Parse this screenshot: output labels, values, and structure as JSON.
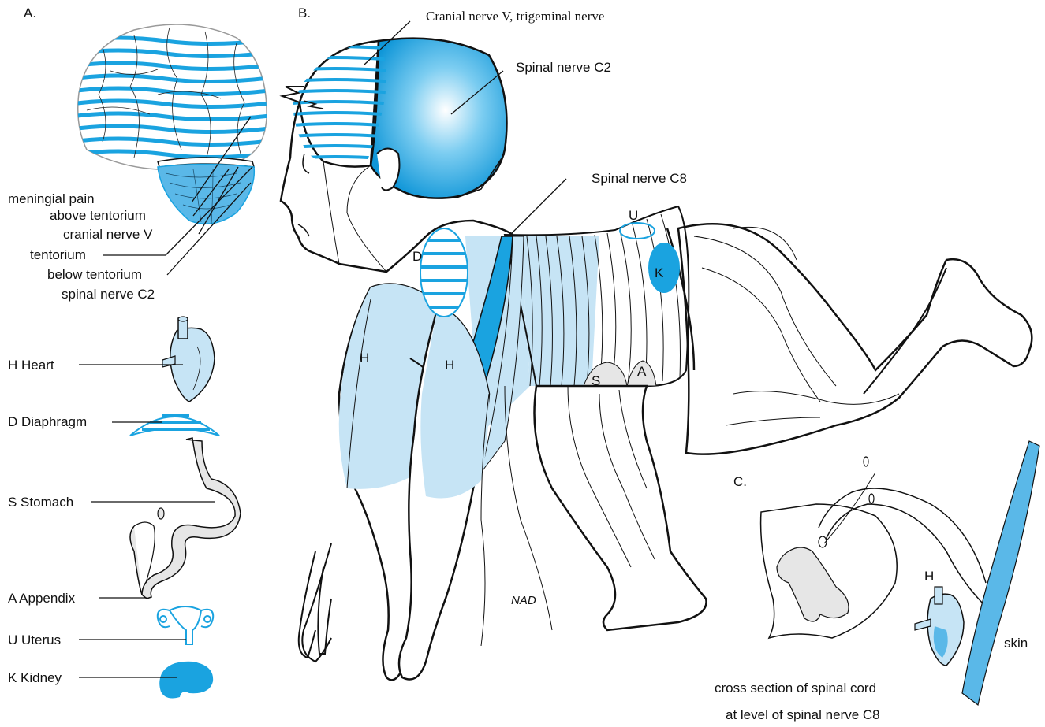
{
  "panels": {
    "a": "A.",
    "b": "B.",
    "c": "C."
  },
  "panel_a": {
    "labels": [
      "meningial pain",
      "above tentorium",
      "cranial nerve V",
      "tentorium",
      "below tentorium",
      "spinal nerve C2"
    ],
    "organs": [
      "H Heart",
      "D Diaphragm",
      "S Stomach",
      "A Appendix",
      "U Uterus",
      "K Kidney"
    ]
  },
  "panel_b": {
    "trigeminal": "Cranial nerve V, trigeminal nerve",
    "c2": "Spinal nerve C2",
    "c8": "Spinal nerve C8",
    "markers": {
      "D": "D",
      "H1": "H",
      "H2": "H",
      "U": "U",
      "K": "K",
      "S": "S",
      "A": "A"
    },
    "signature": "NAD"
  },
  "panel_c": {
    "H": "H",
    "skin": "skin",
    "caption_1": "cross section of spinal cord",
    "caption_2": "at level of spinal nerve C8"
  },
  "colors": {
    "blue": "#1aa3e0",
    "light_blue": "#c6e4f5",
    "mid_blue": "#5ab8e8",
    "gray": "#e6e6e6",
    "outline": "#111111"
  }
}
